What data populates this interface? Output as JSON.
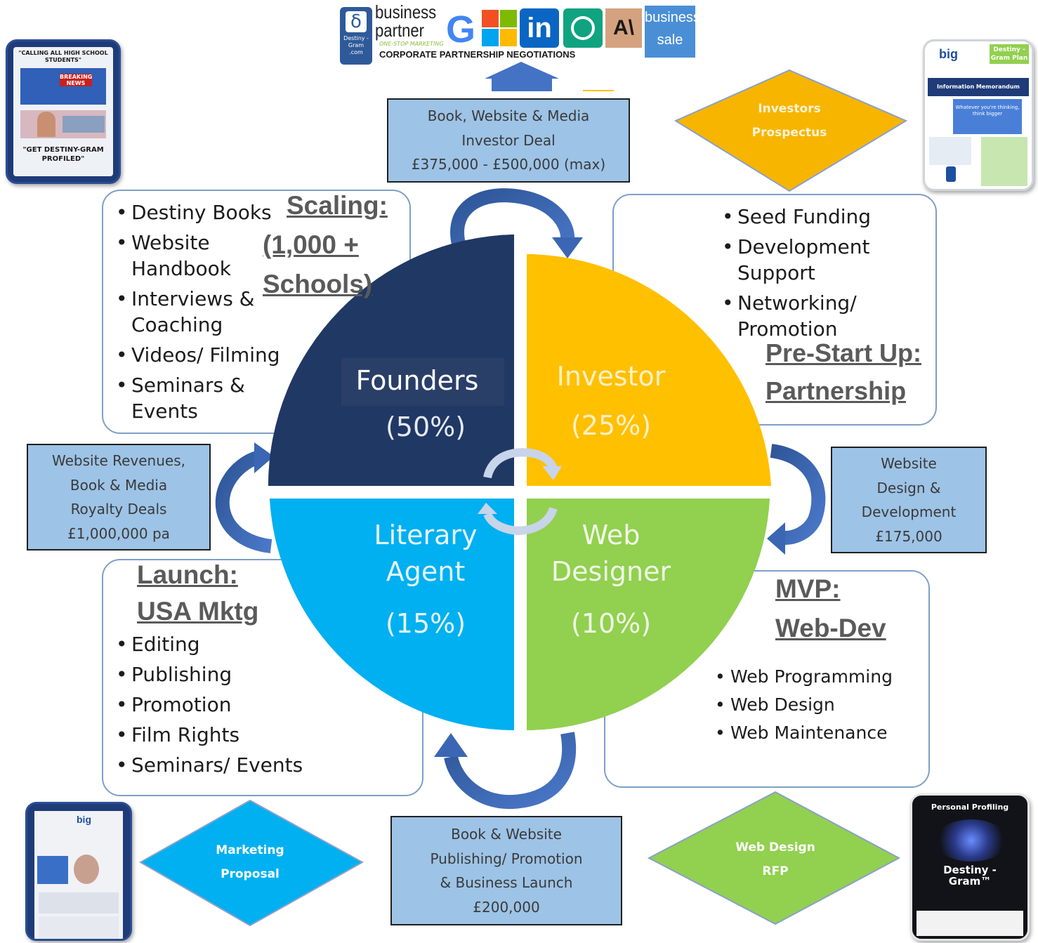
{
  "logos": {
    "bp_word1": "business",
    "bp_word2": "partner",
    "bp_tagline": "ONE-STOP MARKETING",
    "bp_corporate": "CORPORATE PARTNERSHIP NEGOTIATIONS",
    "dg_label": "Destiny -Gram .com",
    "google": "G",
    "linkedin": "in",
    "anthropic": "A\\",
    "bs_word1": "business",
    "bs_word2": "sale"
  },
  "deals": {
    "top": [
      "Book, Website & Media",
      "Investor Deal",
      "£375,000 - £500,000 (max)"
    ],
    "left": [
      "Website Revenues,",
      "Book & Media",
      "Royalty Deals",
      "£1,000,000 pa"
    ],
    "right": [
      "Website",
      "Design &",
      "Development",
      "£175,000"
    ],
    "bottom": [
      "Book & Website",
      "Publishing/ Promotion",
      "& Business Launch",
      "£200,000"
    ]
  },
  "quadrants": {
    "founders": {
      "name": "Founders",
      "pct": "(50%)"
    },
    "investor": {
      "name": "Investor",
      "pct": "(25%)"
    },
    "agent": {
      "name1": "Literary",
      "name2": "Agent",
      "pct": "(15%)"
    },
    "web": {
      "name1": "Web",
      "name2": "Designer",
      "pct": "(10%)"
    }
  },
  "boxes": {
    "scaling": {
      "heading": [
        "Scaling:",
        "(1,000 +",
        "Schools)"
      ],
      "items": [
        "Destiny Books",
        "Website Handbook",
        "Interviews & Coaching",
        "Videos/ Filming",
        "Seminars & Events"
      ]
    },
    "prestart": {
      "heading": [
        "Pre-Start Up:",
        "Partnership"
      ],
      "items": [
        "Seed Funding",
        "Development Support",
        "Networking/ Promotion"
      ]
    },
    "launch": {
      "heading": [
        "Launch:",
        "USA Mktg"
      ],
      "items": [
        "Editing",
        "Publishing",
        "Promotion",
        "Film Rights",
        "Seminars/ Events"
      ]
    },
    "mvp": {
      "heading": [
        "MVP:",
        "Web-Dev"
      ],
      "items": [
        "Web Programming",
        "Web Design",
        "Web Maintenance"
      ]
    }
  },
  "diamonds": {
    "investors": [
      "Investors",
      "Prospectus"
    ],
    "marketing": [
      "Marketing",
      "Proposal"
    ],
    "webrfp": [
      "Web Design",
      "RFP"
    ]
  },
  "documents": {
    "top_left": {
      "title": "\"CALLING ALL HIGH SCHOOL STUDENTS\"",
      "banner": "BREAKING NEWS",
      "footer": "\"GET DESTINY-GRAM PROFILED\""
    },
    "top_right": {
      "brand": "big",
      "corner": "Destiny - Gram Plan",
      "title": "Information Memorandum",
      "tagline": "Whatever you're thinking, think bigger"
    },
    "bottom_left": {
      "brand": "big"
    },
    "bottom_right": {
      "title": "Personal Profiling",
      "name": "Destiny -Gram™"
    }
  },
  "colors": {
    "founders": "#203864",
    "investor": "#ffc000",
    "agent": "#00b0f0",
    "web": "#92d050",
    "deal_fill": "#9dc3e6",
    "arrow": "#4472c4",
    "box_border": "#7e9fc7"
  }
}
